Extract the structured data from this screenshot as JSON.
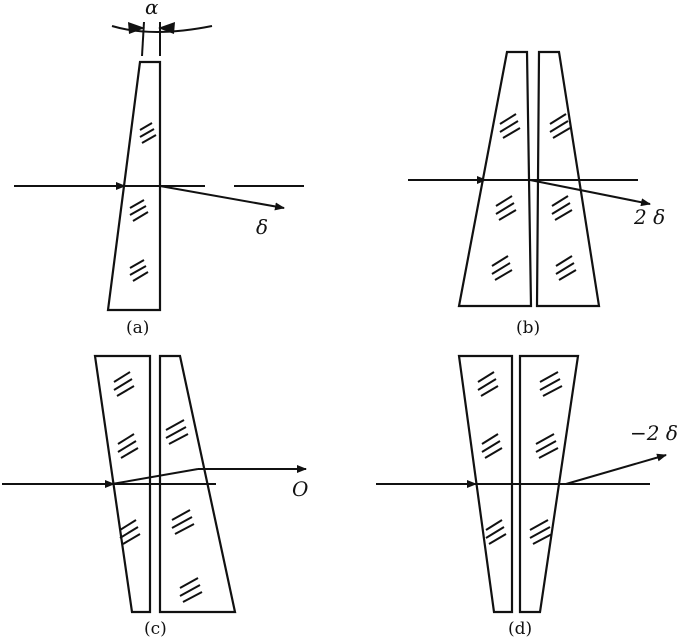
{
  "panels": [
    {
      "id": "a",
      "caption": "(a)",
      "ray_label": "δ",
      "angle_label": "α"
    },
    {
      "id": "b",
      "caption": "(b)",
      "ray_label": "2 δ"
    },
    {
      "id": "c",
      "caption": "(c)",
      "ray_label": "O"
    },
    {
      "id": "d",
      "caption": "(d)",
      "ray_label": "−2 δ"
    }
  ]
}
